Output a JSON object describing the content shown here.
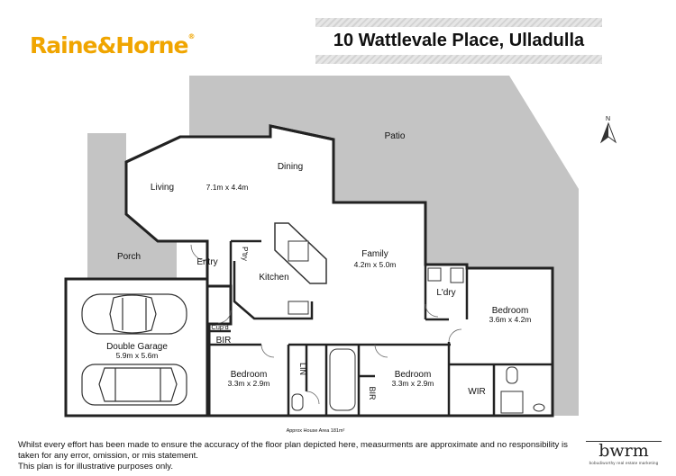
{
  "agency": {
    "name": "Raine&Horne",
    "color": "#f0a500"
  },
  "address": "10 Wattlevale Place, Ulladulla",
  "compass": "N",
  "rooms": {
    "patio": "Patio",
    "dining": "Dining",
    "living": "Living",
    "living_dims": "7.1m x 4.4m",
    "porch": "Porch",
    "entry": "Entry",
    "pantry": "P'try",
    "kitchen": "Kitchen",
    "family": "Family",
    "family_dims": "4.2m x 5.0m",
    "laundry": "L'dry",
    "bedroom_right": "Bedroom",
    "bedroom_right_dims": "3.6m x 4.2m",
    "garage": "Double Garage",
    "garage_dims": "5.9m x 5.6m",
    "cupboard": "Cup'd",
    "bir_left": "BIR",
    "bedroom_left": "Bedroom",
    "bedroom_left_dims": "3.3m x 2.9m",
    "linen": "LIN",
    "bir_mid": "BIR",
    "bedroom_mid": "Bedroom",
    "bedroom_mid_dims": "3.3m x 2.9m",
    "wir": "WIR"
  },
  "house_area": "Approx House Area 181m²",
  "disclaimer": {
    "line1": "Whilst every effort has been made to ensure the accuracy of the floor plan depicted here, measurments are approximate and no responsibility is taken for any error, omission, or mis statement.",
    "line2": "This plan is for illustrative purposes only."
  },
  "brand": {
    "name": "bwrm",
    "tagline": "bobudiworthy real estate marketing"
  }
}
